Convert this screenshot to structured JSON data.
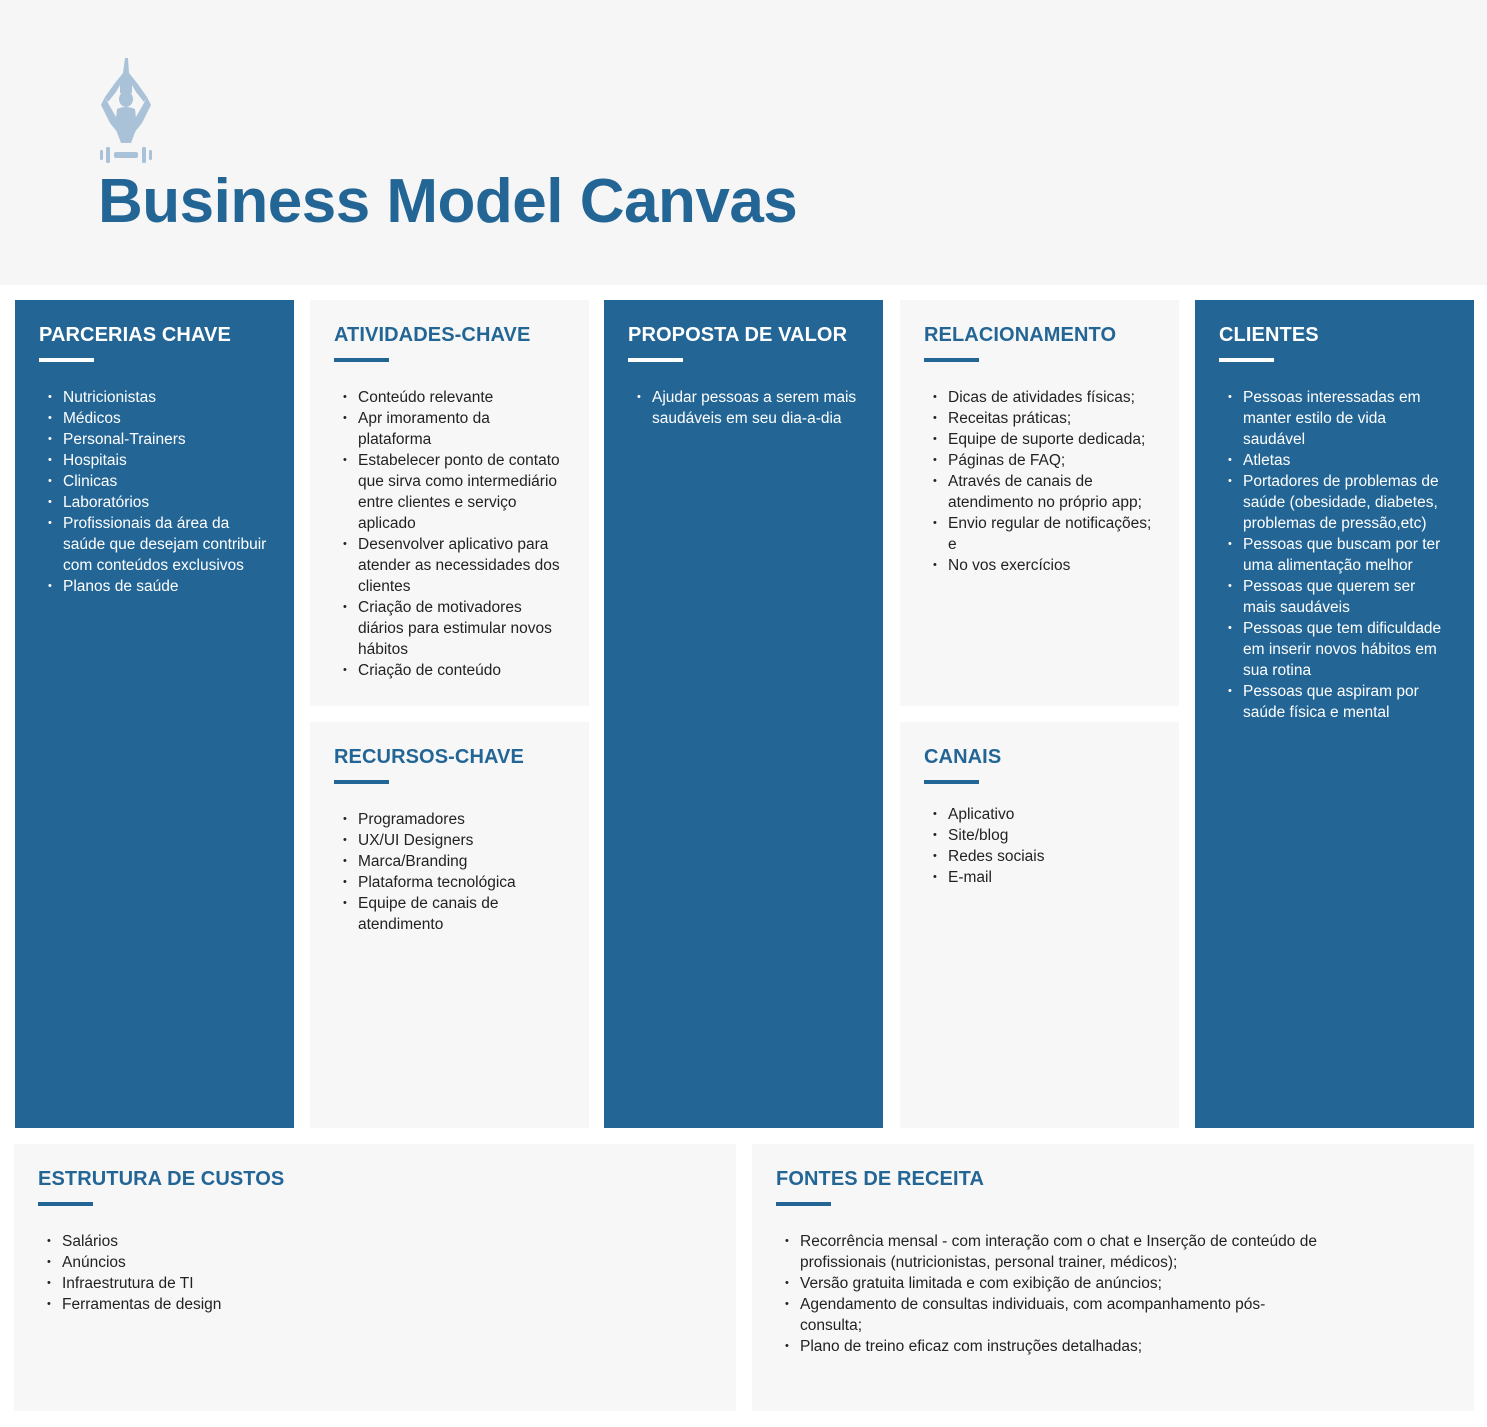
{
  "header": {
    "title": "Business Model Canvas"
  },
  "logo": {
    "icon": "yoga-figure-dumbbell-icon"
  },
  "colors": {
    "accent": "#236696",
    "card_light": "#f7f7f7",
    "header_bg": "#f6f6f6"
  },
  "cards": {
    "parcerias": {
      "title": "PARCERIAS CHAVE",
      "items": [
        "Nutricionistas",
        "Médicos",
        "Personal-Trainers",
        "Hospitais",
        "Clinicas",
        "Laboratórios",
        "Profissionais da área da saúde que desejam contribuir com conteúdos exclusivos",
        "Planos de saúde"
      ]
    },
    "atividades": {
      "title": "ATIVIDADES-CHAVE",
      "items": [
        "Conteúdo relevante",
        "Apr imoramento da plataforma",
        "Estabelecer ponto de contato que sirva como intermediário entre clientes e serviço aplicado",
        "Desenvolver aplicativo para atender as necessidades dos clientes",
        "Criação de motivadores diários para estimular novos hábitos",
        "Criação de conteúdo"
      ]
    },
    "recursos": {
      "title": "RECURSOS-CHAVE",
      "items": [
        "Programadores",
        "UX/UI Designers",
        "Marca/Branding",
        "Plataforma tecnológica",
        "Equipe de canais de atendimento"
      ]
    },
    "proposta": {
      "title": "PROPOSTA DE VALOR",
      "items": [
        "Ajudar pessoas a serem mais saudáveis em seu dia-a-dia"
      ]
    },
    "relacionamento": {
      "title": "RELACIONAMENTO",
      "items": [
        "Dicas de atividades físicas;",
        "Receitas práticas;",
        "Equipe de suporte dedicada;",
        "Páginas de FAQ;",
        "Através de canais de atendimento no próprio app;",
        "Envio regular de notificações; e",
        "No vos exercícios"
      ]
    },
    "canais": {
      "title": "CANAIS",
      "items": [
        "Aplicativo",
        "Site/blog",
        "Redes sociais",
        "E-mail"
      ]
    },
    "clientes": {
      "title": "CLIENTES",
      "items": [
        "Pessoas interessadas em manter estilo de vida saudável",
        "Atletas",
        "Portadores de problemas de saúde (obesidade, diabetes, problemas de pressão,etc)",
        "Pessoas que buscam por ter uma alimentação melhor",
        "Pessoas que querem ser mais saudáveis",
        "Pessoas que tem dificuldade em inserir novos hábitos em sua rotina",
        "Pessoas que aspiram por saúde física e mental"
      ]
    },
    "custos": {
      "title": "ESTRUTURA DE CUSTOS",
      "items": [
        "Salários",
        "Anúncios",
        "Infraestrutura de TI",
        "Ferramentas de design"
      ]
    },
    "receita": {
      "title": "FONTES DE RECEITA",
      "items": [
        "Recorrência mensal - com interação com o chat e Inserção de conteúdo de profissionais (nutricionistas, personal trainer, médicos);",
        "Versão gratuita limitada e com exibição de anúncios;",
        "Agendamento de consultas individuais, com acompanhamento pós-consulta;",
        "Plano de treino eficaz com instruções detalhadas;"
      ]
    }
  }
}
